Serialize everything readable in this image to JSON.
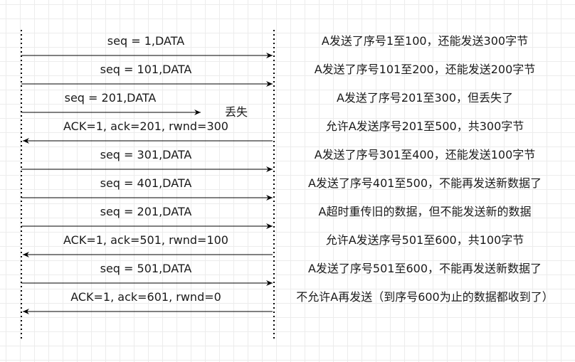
{
  "messages": [
    {
      "label": "seq = 1,DATA",
      "dir": "right",
      "lost": false,
      "note": "A发送了序号1至100，还能发送300字节"
    },
    {
      "label": "seq = 101,DATA",
      "dir": "right",
      "lost": false,
      "note": "A发送了序号101至200，还能发送200字节"
    },
    {
      "label": "seq = 201,DATA",
      "dir": "right",
      "lost": true,
      "note": "A发送了序号201至300，但丢失了"
    },
    {
      "label": "ACK=1, ack=201, rwnd=300",
      "dir": "left",
      "lost": false,
      "note": "允许A发送序号201至500，共300字节"
    },
    {
      "label": "seq = 301,DATA",
      "dir": "right",
      "lost": false,
      "note": "A发送了序号301至400，还能发送100字节"
    },
    {
      "label": "seq = 401,DATA",
      "dir": "right",
      "lost": false,
      "note": "A发送了序号401至500，不能再发送新数据了"
    },
    {
      "label": "seq = 201,DATA",
      "dir": "right",
      "lost": false,
      "note": "A超时重传旧的数据，但不能发送新的数据"
    },
    {
      "label": "ACK=1, ack=501, rwnd=100",
      "dir": "left",
      "lost": false,
      "note": "允许A发送序号501至600，共100字节"
    },
    {
      "label": "seq = 501,DATA",
      "dir": "right",
      "lost": false,
      "note": "A发送了序号501至600，不能再发送新数据了"
    },
    {
      "label": "ACK=1, ack=601, rwnd=0",
      "dir": "left",
      "lost": false,
      "note": "不允许A再发送（到序号600为止的数据都收到了）"
    }
  ],
  "lost_label": "丢失",
  "colors": {
    "line": "#000000",
    "text": "#1a1a1a",
    "grid": "#ececec"
  }
}
